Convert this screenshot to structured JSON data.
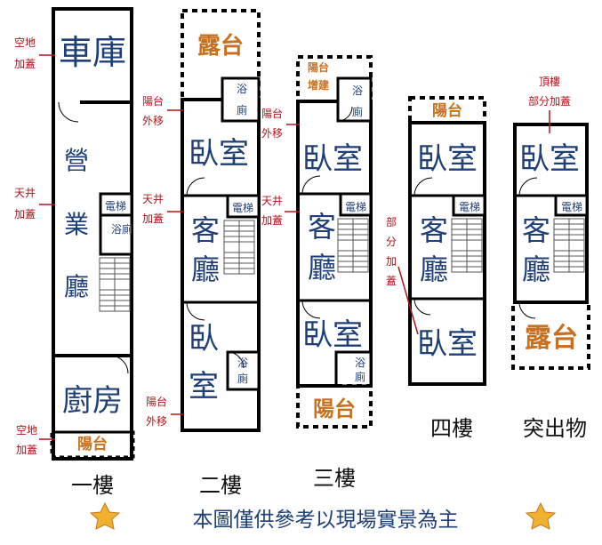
{
  "floors": {
    "f1": {
      "label": "一樓",
      "garage": "車庫",
      "hall_chars": [
        "營",
        "業",
        "廳"
      ],
      "kitchen": "廚房",
      "balcony": "陽台",
      "elevator": "電梯",
      "bath": "浴廁",
      "notes": {
        "garage": [
          "空地",
          "加蓋"
        ],
        "atrium": [
          "天井",
          "加蓋"
        ],
        "balcony": [
          "空地",
          "加蓋"
        ]
      }
    },
    "f2": {
      "label": "二樓",
      "terrace": "露台",
      "bedroom_front": "臥室",
      "living": [
        "客",
        "廳"
      ],
      "bedroom_back": [
        "臥",
        "室"
      ],
      "elevator": "電梯",
      "bath": "浴廁",
      "notes": {
        "front": [
          "陽台",
          "外移"
        ],
        "atrium": [
          "天井",
          "加蓋"
        ],
        "back": [
          "陽台",
          "外移"
        ]
      }
    },
    "f3": {
      "label": "三樓",
      "balcony_ext": [
        "陽台",
        "增建"
      ],
      "bedroom_front": "臥室",
      "living": [
        "客",
        "廳"
      ],
      "bedroom_back": "臥室",
      "balcony": "陽台",
      "elevator": "電梯",
      "bath": "浴廁",
      "notes": {
        "front": [
          "陽台",
          "外移"
        ],
        "atrium": [
          "天井",
          "加蓋"
        ]
      }
    },
    "f4": {
      "label": "四樓",
      "balcony": "陽台",
      "bedroom_front": "臥室",
      "living": [
        "客",
        "廳"
      ],
      "bedroom_back": "臥室",
      "elevator": "電梯",
      "notes": {
        "partial": [
          "部",
          "分",
          "加",
          "蓋"
        ]
      }
    },
    "roof": {
      "label": "突出物",
      "bedroom": "臥室",
      "living": [
        "客",
        "廳"
      ],
      "terrace": "露台",
      "elevator": "電梯",
      "notes": {
        "top": [
          "頂樓",
          "部分加蓋"
        ]
      }
    }
  },
  "footer": {
    "disclaimer": "本圖僅供參考以現場實景為主"
  },
  "colors": {
    "wall": "#000000",
    "room_text": "#1f3f78",
    "balcony_text": "#c8701e",
    "note_text": "#b0141c",
    "star": "#f0b030"
  }
}
